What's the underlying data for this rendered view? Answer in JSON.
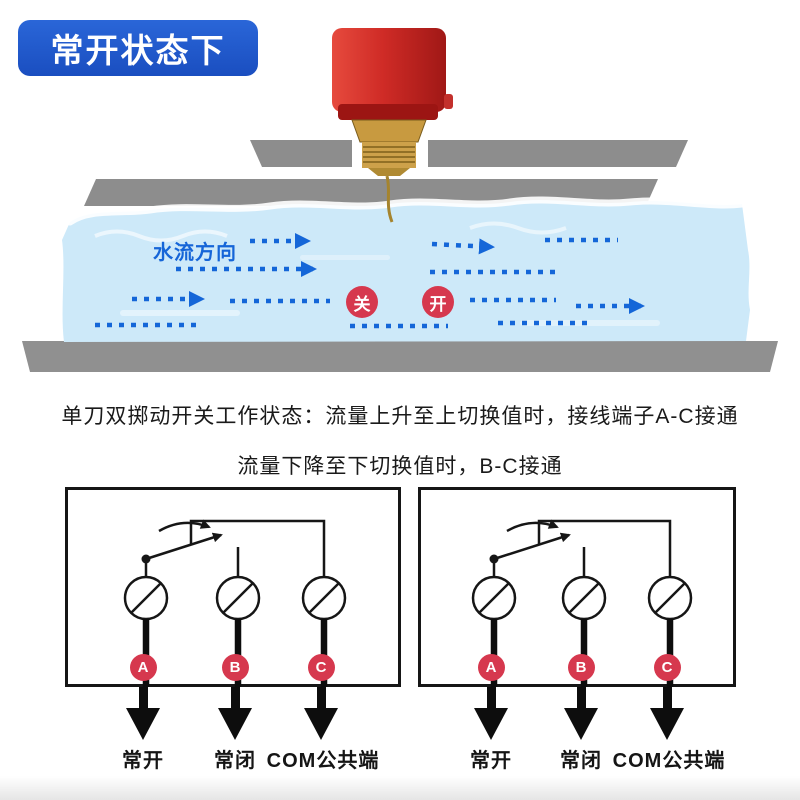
{
  "header": {
    "badge_label": "常开状态下"
  },
  "flow": {
    "direction_label": "水流方向",
    "valve_closed_label": "关",
    "valve_open_label": "开"
  },
  "description": {
    "line1": "单刀双掷动开关工作状态：流量上升至上切换值时，接线端子A-C接通",
    "line2": "流量下降至下切换值时，B-C接通"
  },
  "wiring": {
    "terminals": [
      "A",
      "B",
      "C"
    ],
    "pin_labels": [
      "常开",
      "常闭",
      "COM公共端"
    ]
  },
  "colors": {
    "accent_blue": "#1e56c8",
    "flow_arrow_blue": "#1466d8",
    "state_red": "#d6384e",
    "device_red": "#cf2b26",
    "brass": "#c89a40",
    "water_blue": "#cde9f9",
    "pipe_gray": "#8d8d8d"
  }
}
